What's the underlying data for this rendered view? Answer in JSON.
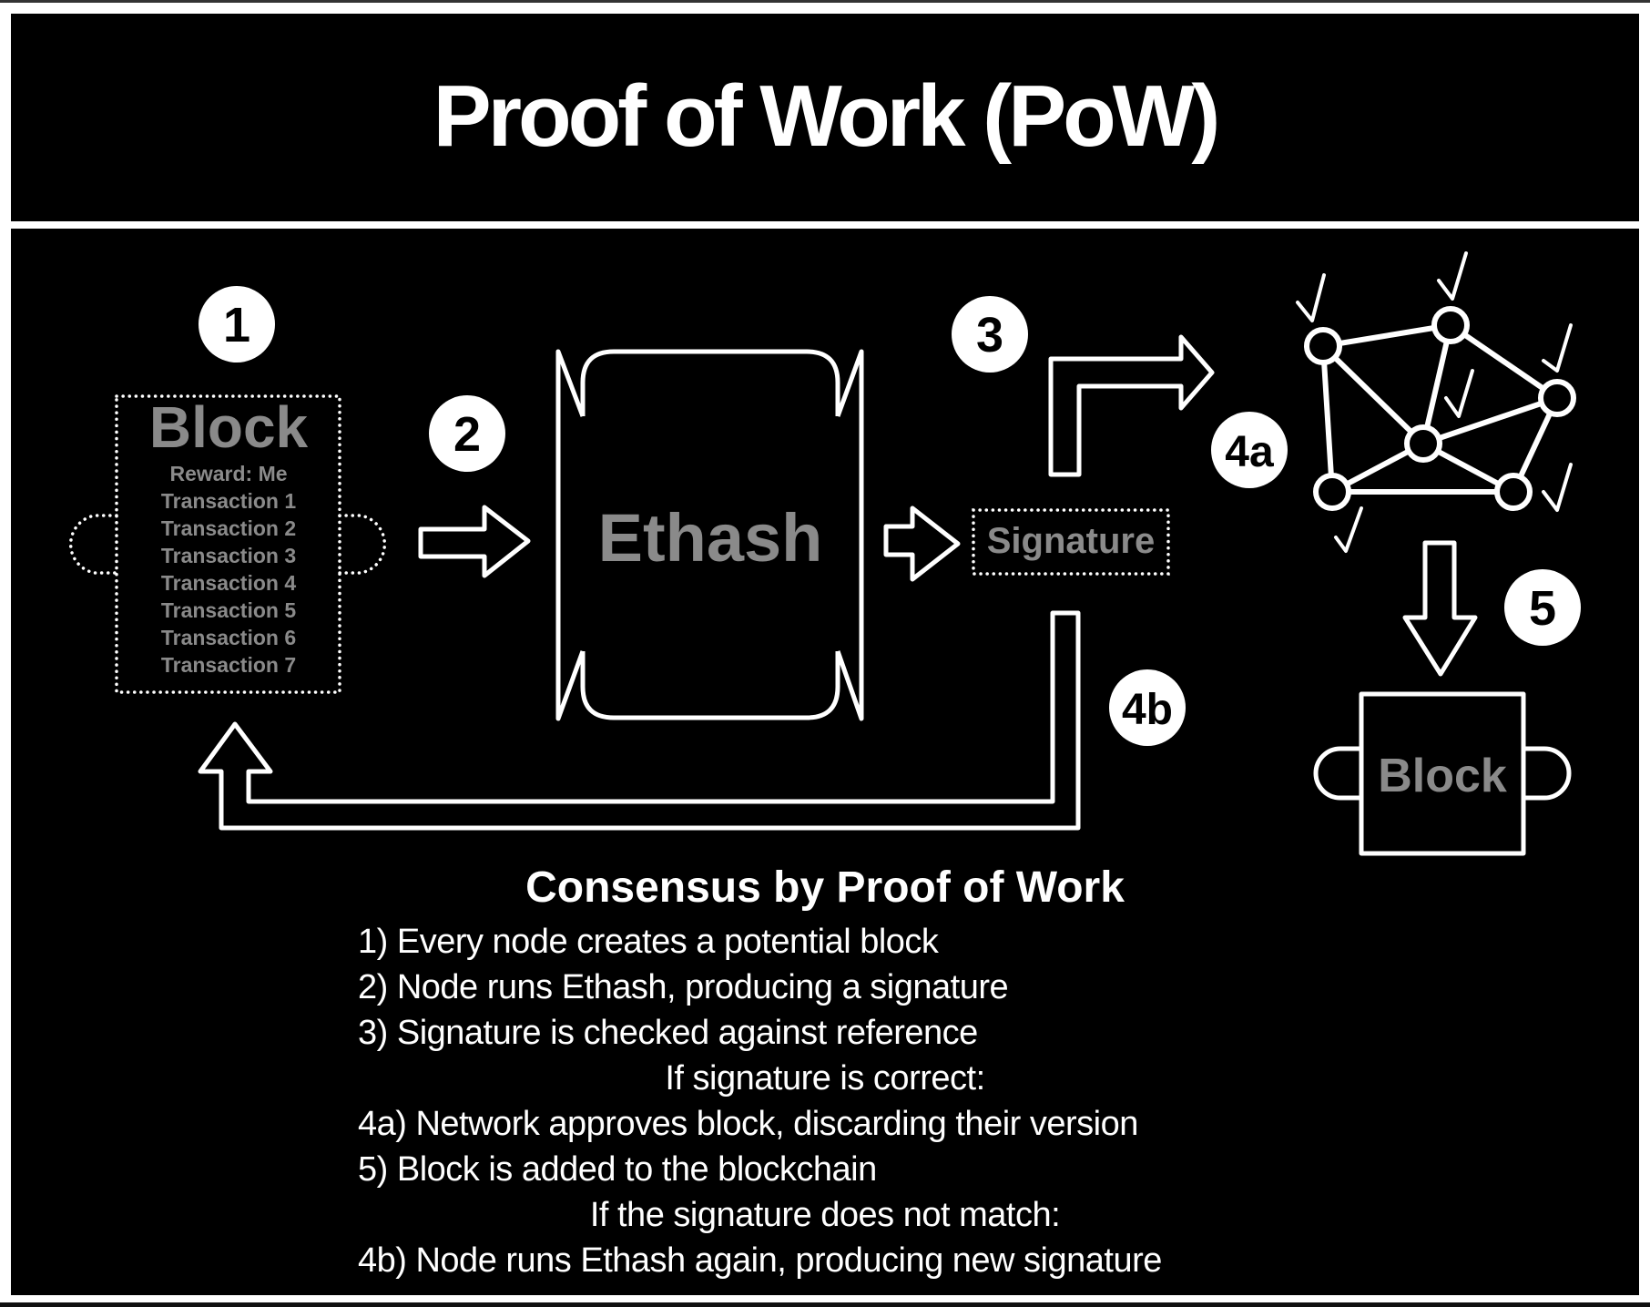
{
  "title": "Proof of Work (PoW)",
  "colors": {
    "background": "#000000",
    "frame": "#ffffff",
    "foreground": "#ffffff",
    "muted_text": "#8a8a8a"
  },
  "badges": {
    "step1": "1",
    "step2": "2",
    "step3": "3",
    "step4a": "4a",
    "step4b": "4b",
    "step5": "5"
  },
  "candidate_block": {
    "title": "Block",
    "reward": "Reward: Me",
    "transactions": [
      "Transaction 1",
      "Transaction 2",
      "Transaction 3",
      "Transaction 4",
      "Transaction 5",
      "Transaction 6",
      "Transaction 7"
    ]
  },
  "hash_function": {
    "label": "Ethash"
  },
  "signature": {
    "label": "Signature"
  },
  "network": {
    "nodes": 6,
    "approved_icon": "checkmark-icon"
  },
  "added_block": {
    "label": "Block"
  },
  "explanation": {
    "heading": "Consensus by Proof of Work",
    "lines": [
      {
        "text": "1) Every node creates a potential block",
        "align": "left"
      },
      {
        "text": "2) Node runs Ethash, producing a signature",
        "align": "left"
      },
      {
        "text": "3) Signature is checked against reference",
        "align": "left"
      },
      {
        "text": "If signature is correct:",
        "align": "center"
      },
      {
        "text": "4a) Network approves block, discarding their version",
        "align": "left"
      },
      {
        "text": "5) Block is added to the blockchain",
        "align": "left"
      },
      {
        "text": "If the signature does not match:",
        "align": "center"
      },
      {
        "text": "4b) Node runs Ethash again, producing new signature",
        "align": "left"
      }
    ]
  }
}
